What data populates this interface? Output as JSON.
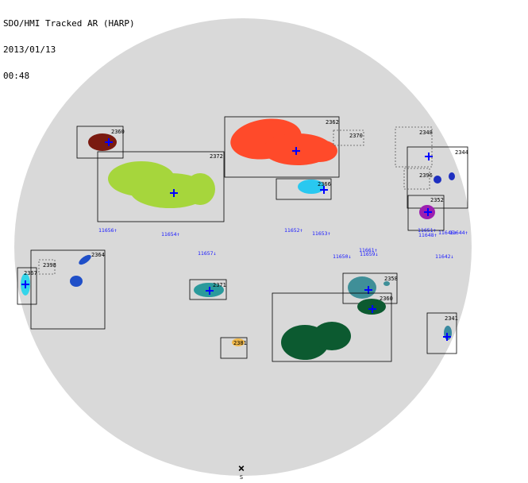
{
  "header": {
    "title": "SDO/HMI Tracked AR (HARP)",
    "date": "2013/01/13",
    "time": "00:48"
  },
  "colors": {
    "disk": "#d9d9d9",
    "box": "#000000",
    "label": "#1a1aff",
    "marker": "#0000ff"
  },
  "south_marker": {
    "symbol": "×",
    "label": "S"
  },
  "harps": [
    {
      "id": "2360",
      "color": "#7a1a10",
      "dashed": false
    },
    {
      "id": "2372",
      "color": "#a6d63c",
      "dashed": false
    },
    {
      "id": "2362",
      "color": "#ff4a2a",
      "dashed": false
    },
    {
      "id": "2370",
      "color": "#888888",
      "dashed": true
    },
    {
      "id": "2366",
      "color": "#29c8f0",
      "dashed": false
    },
    {
      "id": "2348",
      "color": "#888888",
      "dashed": true
    },
    {
      "id": "2344",
      "color": "#1e2fc0",
      "dashed": false
    },
    {
      "id": "2396",
      "color": "#888888",
      "dashed": true
    },
    {
      "id": "2352",
      "color": "#9c1fb0",
      "dashed": false
    },
    {
      "id": "2364",
      "color": "#1f4fc8",
      "dashed": false
    },
    {
      "id": "2398",
      "color": "#888888",
      "dashed": true
    },
    {
      "id": "2367",
      "color": "#33d5ea",
      "dashed": false
    },
    {
      "id": "2371",
      "color": "#2a9a9c",
      "dashed": false
    },
    {
      "id": "2358",
      "color": "#3f8f98",
      "dashed": false
    },
    {
      "id": "2360",
      "color": "#0c5a30",
      "dashed": false
    },
    {
      "id": "2381",
      "color": "#f0b84a",
      "dashed": false
    },
    {
      "id": "2341",
      "color": "#3a8aa0",
      "dashed": false
    }
  ],
  "noaa_labels": [
    {
      "text": "11656↑"
    },
    {
      "text": "11654↑"
    },
    {
      "text": "11652↑"
    },
    {
      "text": "11653↑"
    },
    {
      "text": "11651↑"
    },
    {
      "text": "11648↑"
    },
    {
      "text": "11646↑"
    },
    {
      "text": "11644↑"
    },
    {
      "text": "11657↓"
    },
    {
      "text": "11650↓"
    },
    {
      "text": "11659↓"
    },
    {
      "text": "11661↑"
    },
    {
      "text": "11642↓"
    }
  ]
}
